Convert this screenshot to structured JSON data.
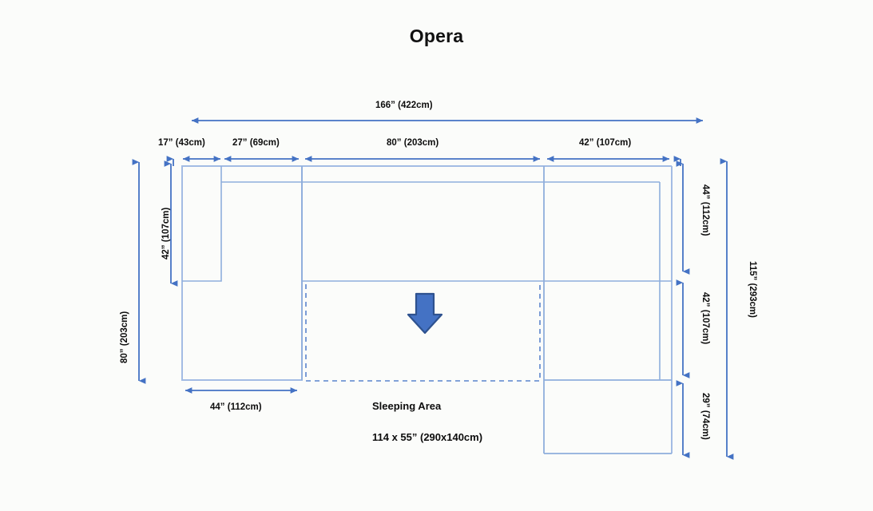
{
  "title": "Opera",
  "colors": {
    "accent": "#4472C4",
    "outline_light": "#A3BCE4",
    "outline_mid": "#8FAEDC",
    "arrow_fill": "#4472C4",
    "arrow_stroke": "#2E528F",
    "background": "#FBFCFA",
    "text": "#0D0D0D"
  },
  "dimensions": {
    "overall_width": "166” (422cm)",
    "top_segments": [
      "17” (43cm)",
      "27” (69cm)",
      "80” (203cm)",
      "42” (107cm)"
    ],
    "left_outer_height": "80” (203cm)",
    "left_inner_height": "42” (107cm)",
    "right_segments": [
      "44” (112cm)",
      "42” (107cm)",
      "29” (74cm)"
    ],
    "overall_depth": "115” (293cm)",
    "bottom_segment": "44” (112cm)"
  },
  "sleeping_area": {
    "label": "Sleeping Area",
    "size": "114 x 55” (290x140cm)"
  }
}
